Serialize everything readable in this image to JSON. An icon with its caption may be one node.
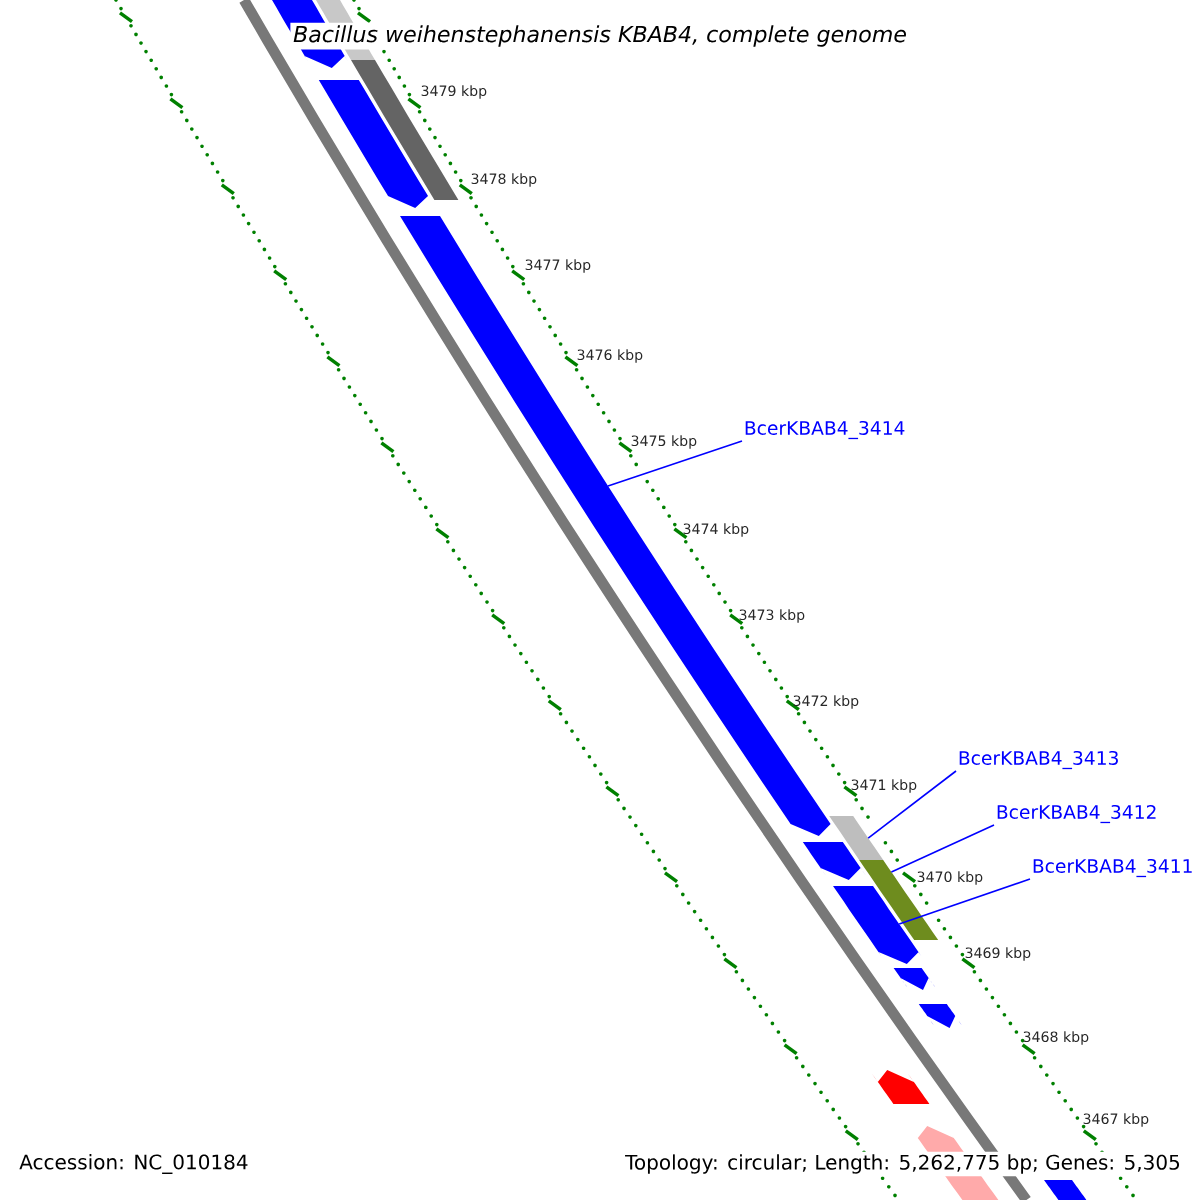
{
  "diagram": {
    "title": "Bacillus weihenstephanensis KBAB4, complete genome",
    "nodes": [
      {
        "text": [
          "BcerKBAB4_3414"
        ]
      },
      {
        "text": [
          "BcerKBAB4_3413"
        ]
      },
      {
        "text": [
          "BcerKBAB4_3412"
        ]
      },
      {
        "text": [
          "BcerKBAB4_3411"
        ]
      },
      {
        "text": [],
        "shape": "bar"
      },
      {
        "text": [],
        "shape": "bar"
      },
      {
        "text": [],
        "shape": "bar"
      },
      {
        "text": [],
        "shape": "bar"
      }
    ],
    "edges": [
      {
        "from": 0,
        "to": 4,
        "arrow": "none"
      },
      {
        "from": 1,
        "to": 5,
        "arrow": "none"
      },
      {
        "from": 2,
        "to": 6,
        "arrow": "none"
      },
      {
        "from": 3,
        "to": 7,
        "arrow": "none"
      }
    ],
    "labels": [
      "3479 kbp",
      "3478 kbp",
      "3477 kbp",
      "3476 kbp",
      "3475 kbp",
      "3474 kbp",
      "3473 kbp",
      "3472 kbp",
      "3471 kbp",
      "3470 kbp",
      "3469 kbp",
      "3468 kbp",
      "3467 kbp",
      "Accession: NC_010184",
      "Topology: circular; Length: 5,262,775 bp; Genes: 5,305"
    ]
  }
}
